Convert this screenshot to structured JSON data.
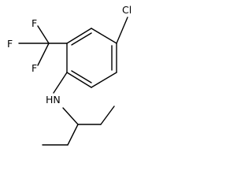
{
  "molecule": {
    "atoms": {
      "cl": "Cl",
      "f1": "F",
      "f2": "F",
      "f3": "F",
      "nh": "HN"
    }
  }
}
